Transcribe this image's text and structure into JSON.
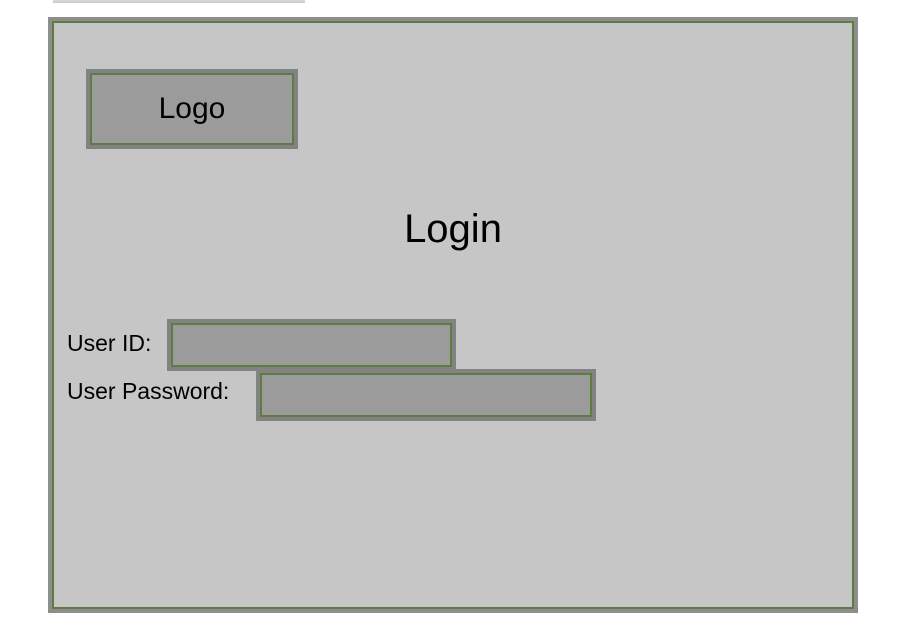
{
  "logo": {
    "label": "Logo"
  },
  "page": {
    "title": "Login"
  },
  "form": {
    "user_id_label": "User ID:",
    "user_password_label": "User Password:"
  },
  "colors": {
    "frame_background": "#c6c6c6",
    "frame_outer": "#8e8e8e",
    "accent_border": "#5d7d3f",
    "box_fill": "#9b9b9b",
    "box_outer": "#828282"
  }
}
